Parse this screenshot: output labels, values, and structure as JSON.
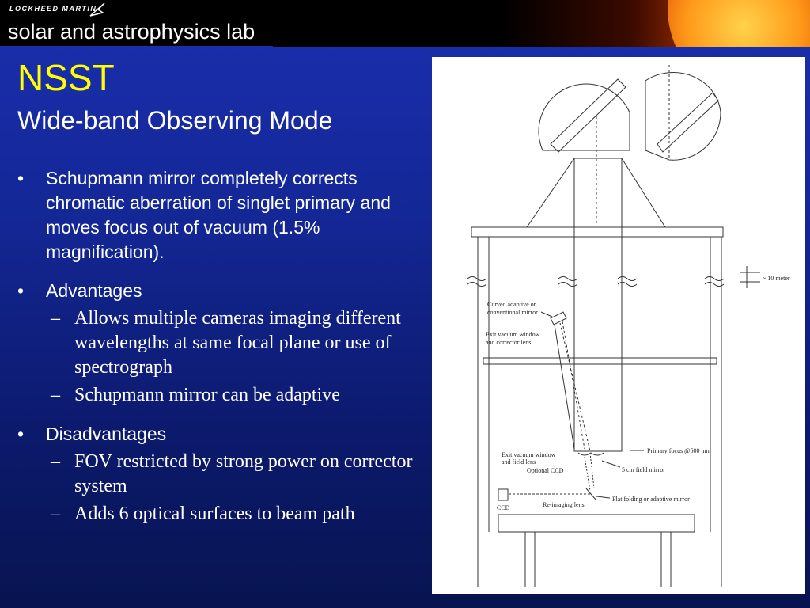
{
  "header": {
    "brand": "LOCKHEED MARTIN",
    "lab_title": "solar and astrophysics lab"
  },
  "slide": {
    "title": "NSST",
    "subtitle": "Wide-band Observing Mode",
    "bullets": [
      {
        "text": "Schupmann mirror completely corrects chromatic aberration of singlet primary and moves focus out of vacuum (1.5% magnification).",
        "subs": []
      },
      {
        "text": "Advantages",
        "subs": [
          "Allows multiple cameras imaging different wavelengths at same focal plane or use of spectrograph",
          "Schupmann mirror can be adaptive"
        ]
      },
      {
        "text": "Disadvantages",
        "subs": [
          "FOV restricted by strong power on corrector system",
          "Adds 6 optical surfaces to beam path"
        ]
      }
    ]
  },
  "figure": {
    "labels": {
      "ten_meter": "~ 10 meter",
      "curved_mirror_1": "Curved adaptive or",
      "curved_mirror_2": "conventional mirror",
      "exit_window_1": "Exit vacuum window",
      "exit_window_2": "and corrector lens",
      "primary_focus": "Primary focus @500 nm",
      "exit_field_1": "Exit vacuum window",
      "exit_field_2": "and field lens",
      "optional_ccd": "Optional CCD",
      "field_mirror": "5 cm field mirror",
      "ccd": "CCD",
      "reimaging_lens": "Re-imaging lens",
      "flat_folding": "Flat folding or adaptive mirror"
    }
  },
  "colors": {
    "title": "#ffff00",
    "text": "#ffffff",
    "background": "#142796"
  }
}
